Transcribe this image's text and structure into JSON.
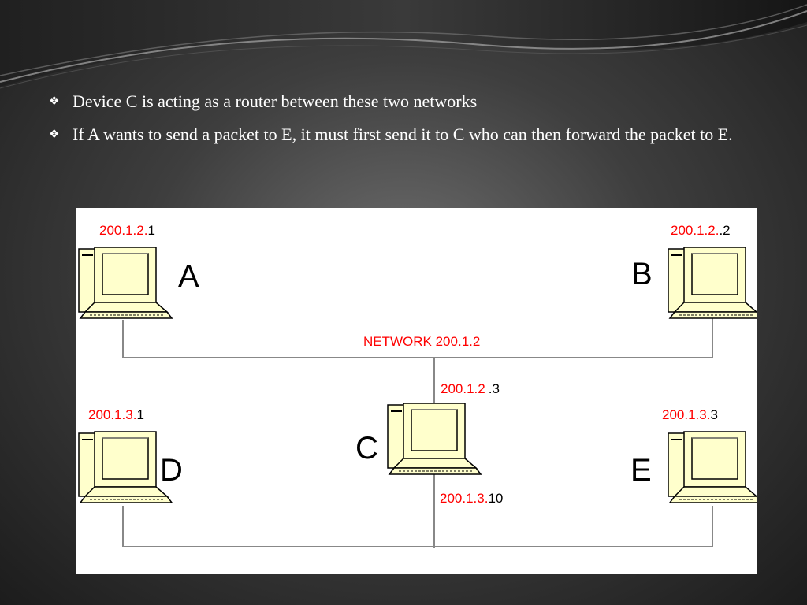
{
  "bullets": [
    {
      "icon": "four-diamond-bullet-icon",
      "text": "Device C is acting as a router between these two networks"
    },
    {
      "icon": "four-diamond-bullet-icon",
      "text": "If A wants to send a packet to E, it must first send it to C who can then forward the packet to E."
    }
  ],
  "diagram": {
    "network_label": "NETWORK 200.1.2",
    "devices": {
      "A": {
        "name": "A",
        "prefix": "200.1.2.",
        "host": "1"
      },
      "B": {
        "name": "B",
        "prefix": "200.1.2.",
        "host": ".2"
      },
      "C": {
        "name": "C",
        "prefix_top": "200.1.2",
        "host_top": ".3",
        "prefix_bottom": "200.1.3.",
        "host_bottom": "10"
      },
      "D": {
        "name": "D",
        "prefix": "200.1.3.",
        "host": "1"
      },
      "E": {
        "name": "E",
        "prefix": "200.1.3.",
        "host": "3"
      }
    },
    "colors": {
      "address_prefix": "#ff0000",
      "host_part": "#000000",
      "computer_fill": "#ffffcc"
    }
  }
}
